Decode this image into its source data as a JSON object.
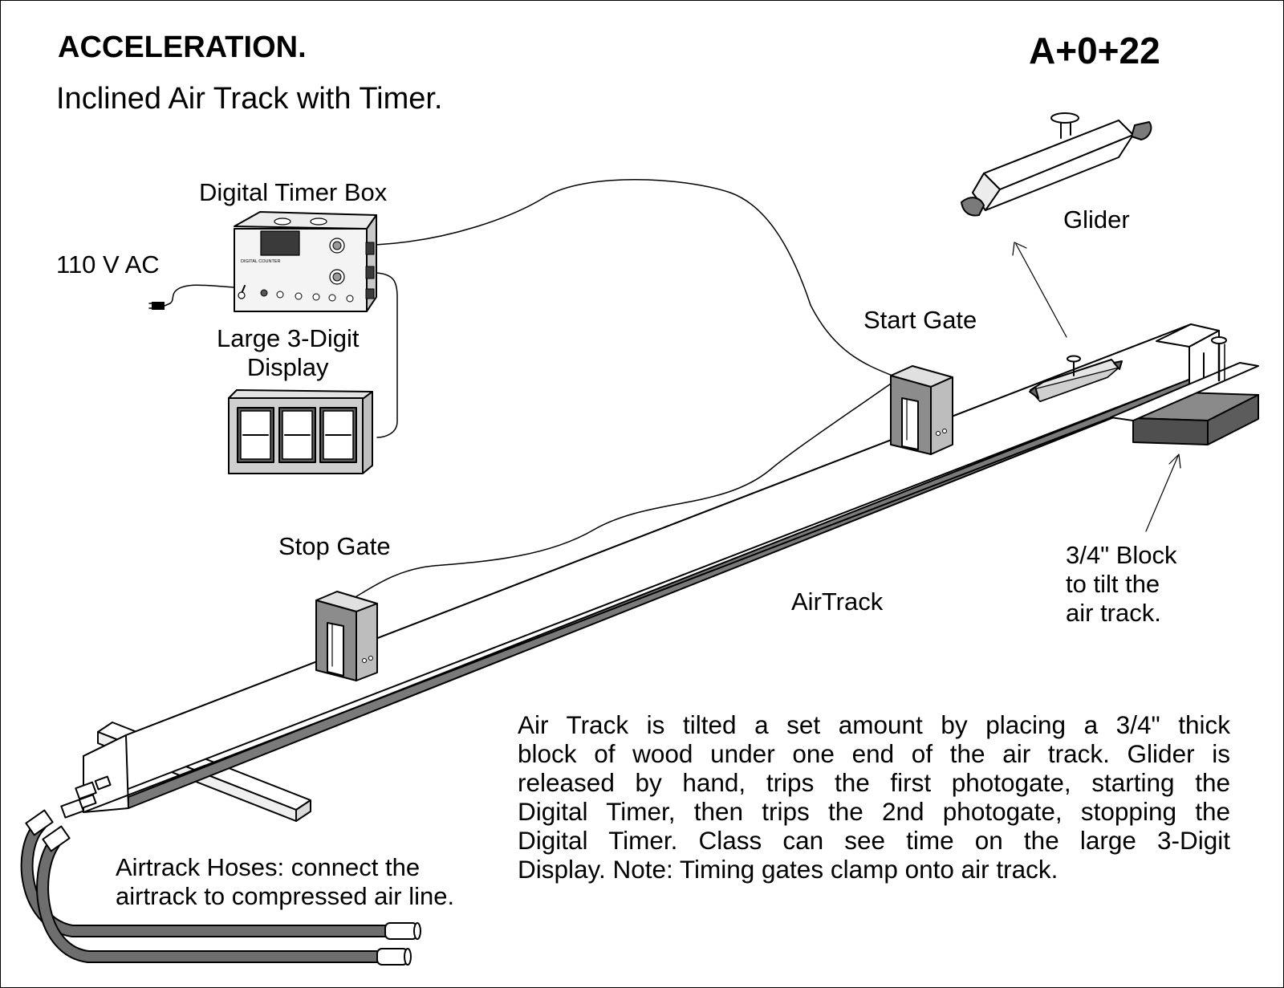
{
  "header": {
    "title": "ACCELERATION.",
    "subtitle": "Inclined Air Track with Timer.",
    "code": "A+0+22"
  },
  "labels": {
    "timer_box": "Digital Timer Box",
    "power": "110 V AC",
    "display_line1": "Large 3-Digit",
    "display_line2": "Display",
    "stop_gate": "Stop Gate",
    "start_gate": "Start Gate",
    "glider": "Glider",
    "airtrack": "AirTrack",
    "block_line1": "3/4\" Block",
    "block_line2": "to tilt the",
    "block_line3": "air track.",
    "hoses_line1": "Airtrack Hoses: connect the",
    "hoses_line2": "airtrack to compressed air line."
  },
  "timer_panel": {
    "name": "DIGITAL COUNTER"
  },
  "description": {
    "lines": [
      "Air Track is tilted a set amount by placing a 3/4\" thick",
      "block of wood under one end of the air track. Glider is",
      "released by hand, trips the first photogate, starting the",
      "Digital Timer, then trips the 2nd photogate, stopping the",
      "Digital Timer.  Class can see time on the large 3-Digit",
      "Display. Note: Timing gates clamp onto air track."
    ]
  },
  "colors": {
    "line": "#000000",
    "gray_light": "#d3d3d3",
    "gray_mid": "#8a8a8a",
    "gray_dark": "#555555"
  }
}
